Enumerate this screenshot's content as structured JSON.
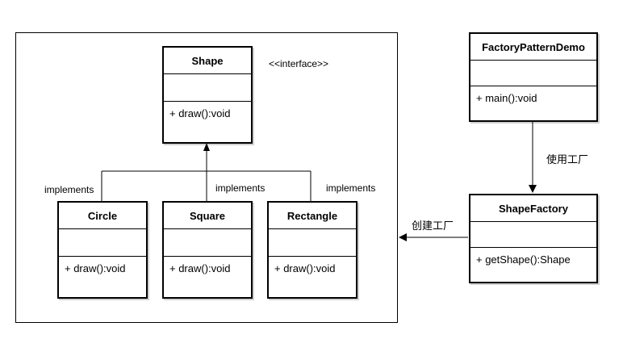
{
  "interface_class": {
    "name": "Shape",
    "stereotype": "<<interface>>",
    "operation": "+ draw():void"
  },
  "implementations": [
    {
      "name": "Circle",
      "operation": "+ draw():void",
      "relation_label": "implements"
    },
    {
      "name": "Square",
      "operation": "+ draw():void",
      "relation_label": "implements"
    },
    {
      "name": "Rectangle",
      "operation": "+ draw():void",
      "relation_label": "implements"
    }
  ],
  "demo_class": {
    "name": "FactoryPatternDemo",
    "operation": "+ main():void"
  },
  "factory_class": {
    "name": "ShapeFactory",
    "operation": "+ getShape():Shape"
  },
  "edges": {
    "demo_to_factory": "使用工厂",
    "factory_to_shapes": "创建工厂"
  }
}
